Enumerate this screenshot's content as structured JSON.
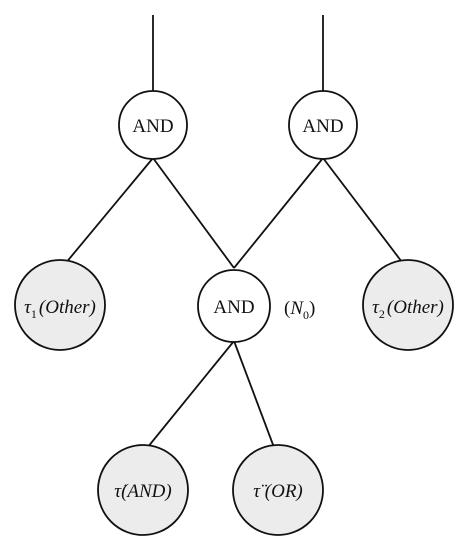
{
  "nodes": {
    "and_top_left": {
      "label": "AND"
    },
    "and_top_right": {
      "label": "AND"
    },
    "and_middle": {
      "label": "AND",
      "annotation": {
        "symbol": "N",
        "subscript": "0"
      }
    },
    "tau1": {
      "symbol": "τ",
      "subscript": "1",
      "text": "(Other)"
    },
    "tau2": {
      "symbol": "τ",
      "subscript": "2",
      "text": "(Other)"
    },
    "tau_dot": {
      "symbol": "τ̇",
      "text": "(AND)"
    },
    "tau_ddot": {
      "symbol": "τ̈",
      "text": " (OR)"
    }
  },
  "colors": {
    "line": "#111111",
    "node_fill": "#ffffff",
    "leaf_fill": "#ececec"
  }
}
